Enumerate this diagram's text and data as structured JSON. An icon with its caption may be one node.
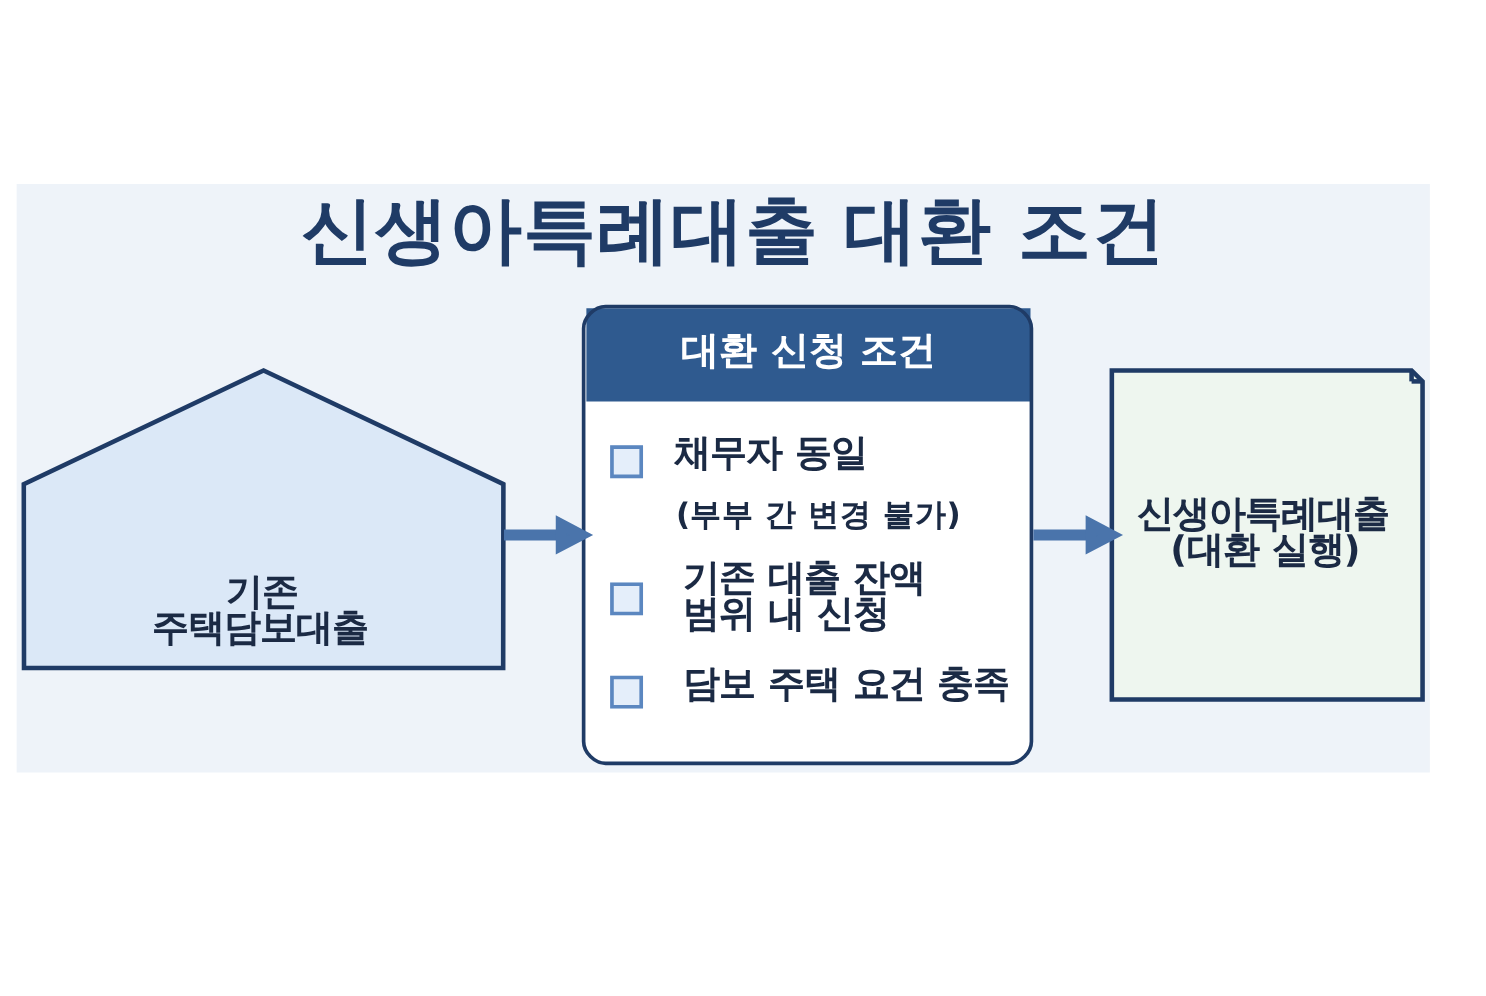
{
  "diagram": {
    "title": "신생아특례대출 대환 조건",
    "nodes": [
      {
        "text": [
          "기존 주택담보대출"
        ]
      },
      {
        "text": [
          "대환 신청 조건",
          "채무자 동일",
          "(부부 간 변경 불가)",
          "기존 대출 잔액 범위 내 신청",
          "담보 주택 요건 충족"
        ]
      },
      {
        "text": [
          "신생아특례대출 (대환 실행)"
        ]
      }
    ],
    "edges": [
      {
        "from": 0,
        "to": 1,
        "arrow": "to"
      },
      {
        "from": 1,
        "to": 2,
        "arrow": "to"
      }
    ]
  }
}
